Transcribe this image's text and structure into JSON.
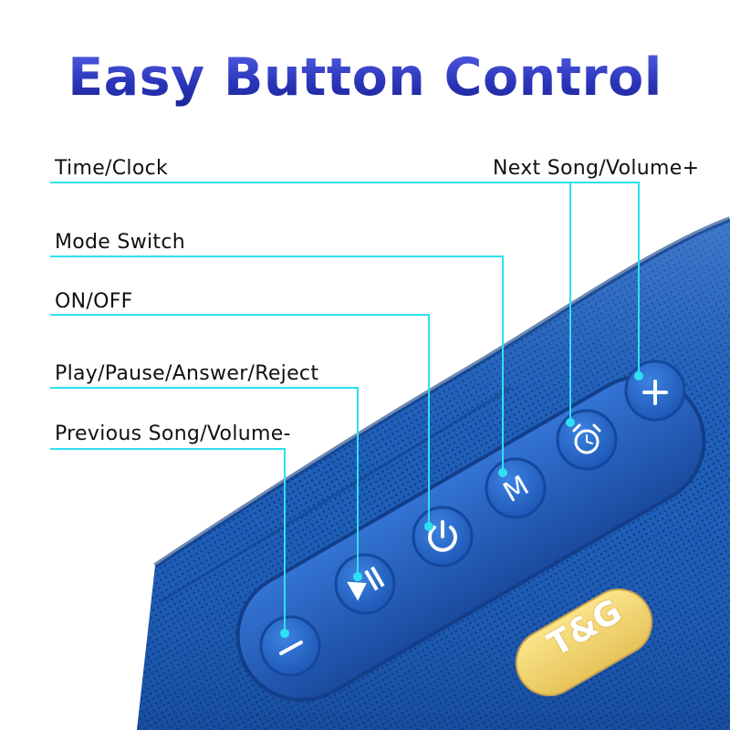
{
  "title": "Easy Button Control",
  "labels": {
    "time_clock": "Time/Clock",
    "next_song": "Next Song/Volume+",
    "mode_switch": "Mode Switch",
    "on_off": "ON/OFF",
    "play_pause": "Play/Pause/Answer/Reject",
    "prev_song": "Previous Song/Volume-"
  },
  "buttons": {
    "minus": "−",
    "mode": "M",
    "plus": "+"
  },
  "logo": "T&G",
  "colors": {
    "title": "#2f3fc4",
    "speaker": "#1f5fb8",
    "button_panel": "#1f55b0",
    "callout_line": "#2ee0f0",
    "logo": "#f2d873"
  },
  "icons": [
    "minus-icon",
    "play-pause-icon",
    "power-icon",
    "mode-m-icon",
    "alarm-clock-icon",
    "plus-icon"
  ]
}
